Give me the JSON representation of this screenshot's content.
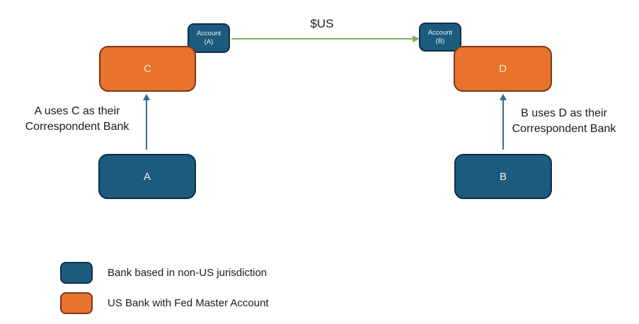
{
  "colors": {
    "non_us_bank_fill": "#1C5B7E",
    "non_us_bank_border": "#0D3048",
    "us_bank_fill": "#E8732D",
    "us_bank_border": "#7E3711",
    "flow_arrow_green": "#7AB55C",
    "relation_arrow_blue": "#2E6E8E",
    "text": "#1a1a1a"
  },
  "diagram": {
    "nodes": {
      "c": "C",
      "d": "D",
      "a": "A",
      "b": "B"
    },
    "accounts": {
      "a": {
        "line1": "Account",
        "line2": "(A)"
      },
      "b": {
        "line1": "Account",
        "line2": "(B)"
      }
    },
    "flow_label": "$US",
    "annotations": {
      "left": {
        "line1": "A uses C as their",
        "line2": "Correspondent Bank"
      },
      "right": {
        "line1": "B uses D as their",
        "line2": "Correspondent Bank"
      }
    }
  },
  "legend": {
    "items": [
      {
        "swatch": "non-us-bank",
        "label": "Bank based in non-US jurisdiction"
      },
      {
        "swatch": "us-bank",
        "label": "US Bank with Fed Master Account"
      }
    ]
  }
}
